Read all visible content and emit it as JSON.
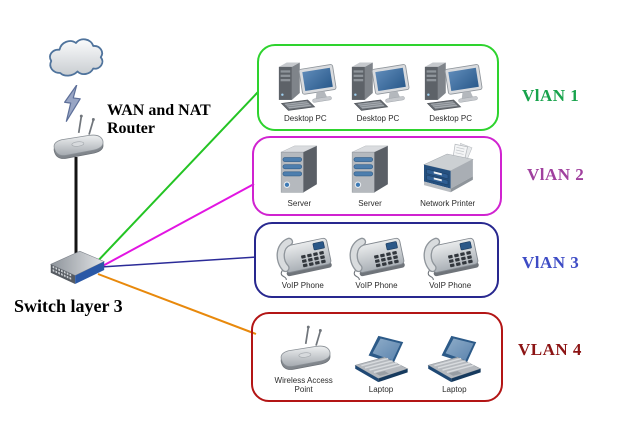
{
  "wan_router": {
    "line1": "WAN and NAT",
    "line2": "Router"
  },
  "core_switch": {
    "label": "Switch layer 3"
  },
  "uplink_color": "#141414",
  "vlans": [
    {
      "name": "VlAN 1",
      "name_color": "#18a34c",
      "box_color": "#2ed32e",
      "link_color": "#24c424",
      "devices": [
        {
          "type": "desktop-pc",
          "label": "Desktop PC"
        },
        {
          "type": "desktop-pc",
          "label": "Desktop PC"
        },
        {
          "type": "desktop-pc",
          "label": "Desktop PC"
        }
      ]
    },
    {
      "name": "VlAN 2",
      "name_color": "#a0409e",
      "box_color": "#d023d0",
      "link_color": "#e215e2",
      "devices": [
        {
          "type": "server",
          "label": "Server"
        },
        {
          "type": "server",
          "label": "Server"
        },
        {
          "type": "network-printer",
          "label": "Network Printer"
        }
      ]
    },
    {
      "name": "VlAN 3",
      "name_color": "#3e4cc5",
      "box_color": "#28288f",
      "link_color": "#2b2b98",
      "devices": [
        {
          "type": "voip-phone",
          "label": "VoIP Phone"
        },
        {
          "type": "voip-phone",
          "label": "VoIP Phone"
        },
        {
          "type": "voip-phone",
          "label": "VoIP Phone"
        }
      ]
    },
    {
      "name": "VLAN 4",
      "name_color": "#8c1414",
      "box_color": "#b31515",
      "link_color": "#e8890c",
      "devices": [
        {
          "type": "wireless-access-point",
          "label": "Wireless Access Point"
        },
        {
          "type": "laptop",
          "label": "Laptop"
        },
        {
          "type": "laptop",
          "label": "Laptop"
        }
      ]
    }
  ]
}
